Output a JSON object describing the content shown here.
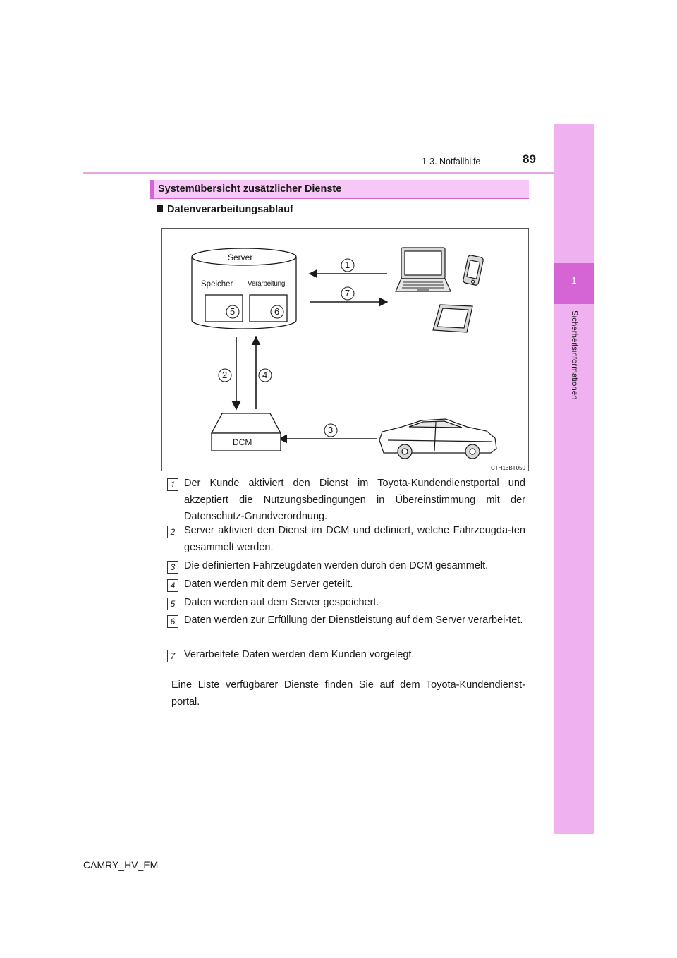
{
  "header": {
    "chapter": "1-3. Notfallhilfe",
    "page_number": "89"
  },
  "side_tab": {
    "number": "1",
    "label": "Sicherheitsinformationen"
  },
  "section": {
    "title": "Systemübersicht zusätzlicher Dienste",
    "subheading": "Datenverarbeitungsablauf"
  },
  "diagram": {
    "server_label": "Server",
    "storage_label": "Speicher",
    "processing_label": "Verarbeitung",
    "dcm_label": "DCM",
    "figure_code": "CTH13BT050",
    "callouts": [
      "1",
      "2",
      "3",
      "4",
      "5",
      "6",
      "7"
    ]
  },
  "steps": [
    {
      "number": "1",
      "text": "Der Kunde aktiviert den Dienst im Toyota-Kundendienstportal und akzeptiert die Nutzungsbedingungen in Übereinstimmung mit der Datenschutz-Grundverordnung."
    },
    {
      "number": "2",
      "text": "Server aktiviert den Dienst im DCM und definiert, welche Fahrzeugda-ten gesammelt werden."
    },
    {
      "number": "3",
      "text": "Die definierten Fahrzeugdaten werden durch den DCM gesammelt."
    },
    {
      "number": "4",
      "text": "Daten werden mit dem Server geteilt."
    },
    {
      "number": "5",
      "text": "Daten werden auf dem Server gespeichert."
    },
    {
      "number": "6",
      "text": "Daten werden zur Erfüllung der Dienstleistung auf dem Server verarbei-tet."
    },
    {
      "number": "7",
      "text": "Verarbeitete Daten werden dem Kunden vorgelegt."
    }
  ],
  "note": "Eine Liste verfügbarer Dienste finden Sie auf dem Toyota-Kundendienst-portal.",
  "footer": "CAMRY_HV_EM"
}
